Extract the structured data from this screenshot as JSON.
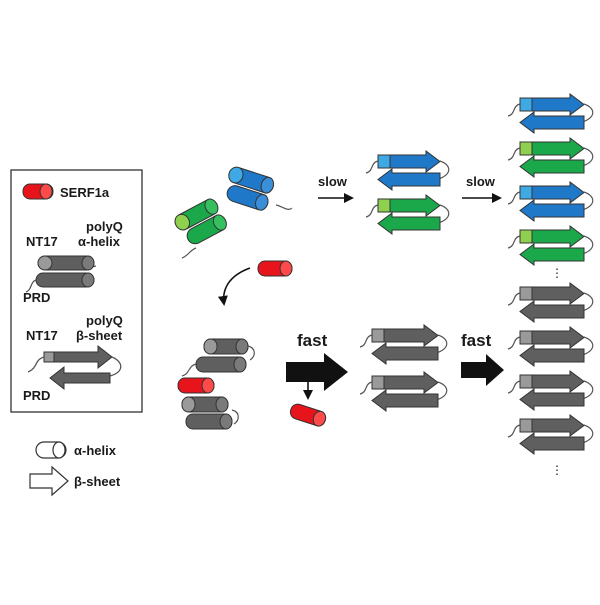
{
  "legend": {
    "serf1a": "SERF1a",
    "polyq_helix_top": "polyQ",
    "polyq_helix_bottom": "α-helix",
    "nt17_helix": "NT17",
    "prd_helix": "PRD",
    "polyq_sheet_top": "polyQ",
    "polyq_sheet_bottom": "β-sheet",
    "nt17_sheet": "NT17",
    "prd_sheet": "PRD"
  },
  "key": {
    "helix": "α-helix",
    "sheet": "β-sheet"
  },
  "arrows": {
    "slow1": "slow",
    "slow2": "slow",
    "fast1": "fast",
    "fast2": "fast"
  },
  "ellipsis": {
    "top": "⋮",
    "bottom": "⋮"
  },
  "colors": {
    "serf": "#e8141b",
    "blue": "#1f78c8",
    "blue_light": "#3fa9e6",
    "green": "#1aa84a",
    "green_light": "#8fd14f",
    "gray": "#5f5f5f",
    "gray_light": "#9a9a9a",
    "outline": "#333333"
  }
}
